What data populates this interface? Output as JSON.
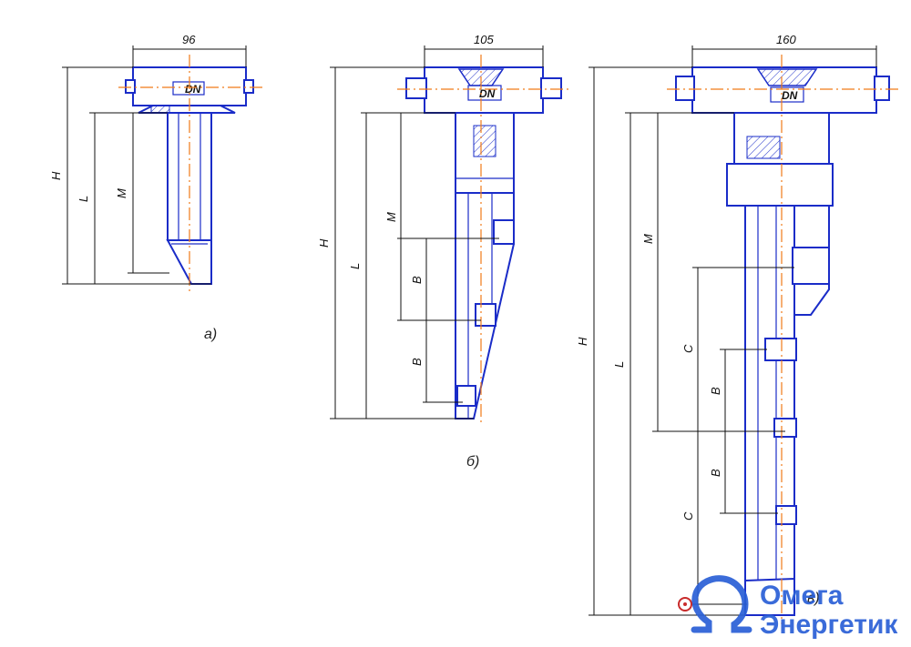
{
  "figures": [
    {
      "caption": "а)",
      "top_dim": "96",
      "port_label": "DN",
      "vertical_dims": [
        "H",
        "L",
        "M"
      ]
    },
    {
      "caption": "б)",
      "top_dim": "105",
      "port_label": "DN",
      "vertical_dims": [
        "H",
        "L",
        "M",
        "B",
        "B"
      ]
    },
    {
      "caption": "в)",
      "top_dim": "160",
      "port_label": "DN",
      "vertical_dims": [
        "H",
        "L",
        "M",
        "C",
        "B",
        "B",
        "C"
      ]
    }
  ],
  "logo": {
    "line1": "Омега",
    "line2": "Энергетик",
    "color": "#2a5fd6",
    "symbol_color": "#c41a1a"
  },
  "colors": {
    "outline": "#1a2cc8",
    "centerline": "#f07a18",
    "dimension": "#111111"
  }
}
